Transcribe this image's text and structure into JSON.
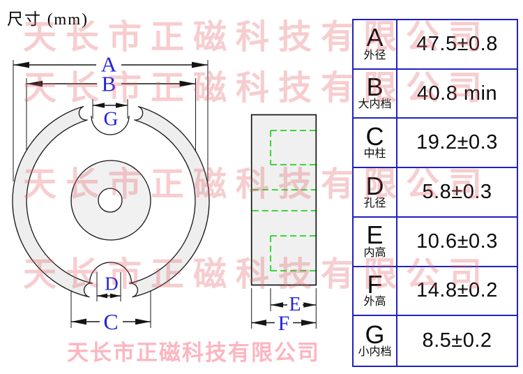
{
  "title": "尺寸 (mm)",
  "watermark": {
    "text": "天长市正磁科技有限公司",
    "footer_text": "天长市正磁科技有限公司"
  },
  "dimension_labels": {
    "A": "A",
    "B": "B",
    "C": "C",
    "D": "D",
    "E": "E",
    "F": "F",
    "G": "G"
  },
  "spec_table": {
    "rows": [
      {
        "letter": "A",
        "name": "外径",
        "value": "47.5±0.8"
      },
      {
        "letter": "B",
        "name": "大内档",
        "value": "40.8 min"
      },
      {
        "letter": "C",
        "name": "中柱",
        "value": "19.2±0.3"
      },
      {
        "letter": "D",
        "name": "孔径",
        "value": "5.8±0.3"
      },
      {
        "letter": "E",
        "name": "内高",
        "value": "10.6±0.3"
      },
      {
        "letter": "F",
        "name": "外高",
        "value": "14.8±0.2"
      },
      {
        "letter": "G",
        "name": "小内档",
        "value": "8.5±0.2"
      }
    ]
  },
  "colors": {
    "dimension_label_blue": "#2323dd",
    "table_border_blue": "#2121bf",
    "hidden_line_green": "#00cc00",
    "watermark_red": "#e45a5f",
    "watermark_footer_pink": "#fcb6c0",
    "core_fill_gray": "#eeeeee",
    "outline_black": "#151515"
  }
}
